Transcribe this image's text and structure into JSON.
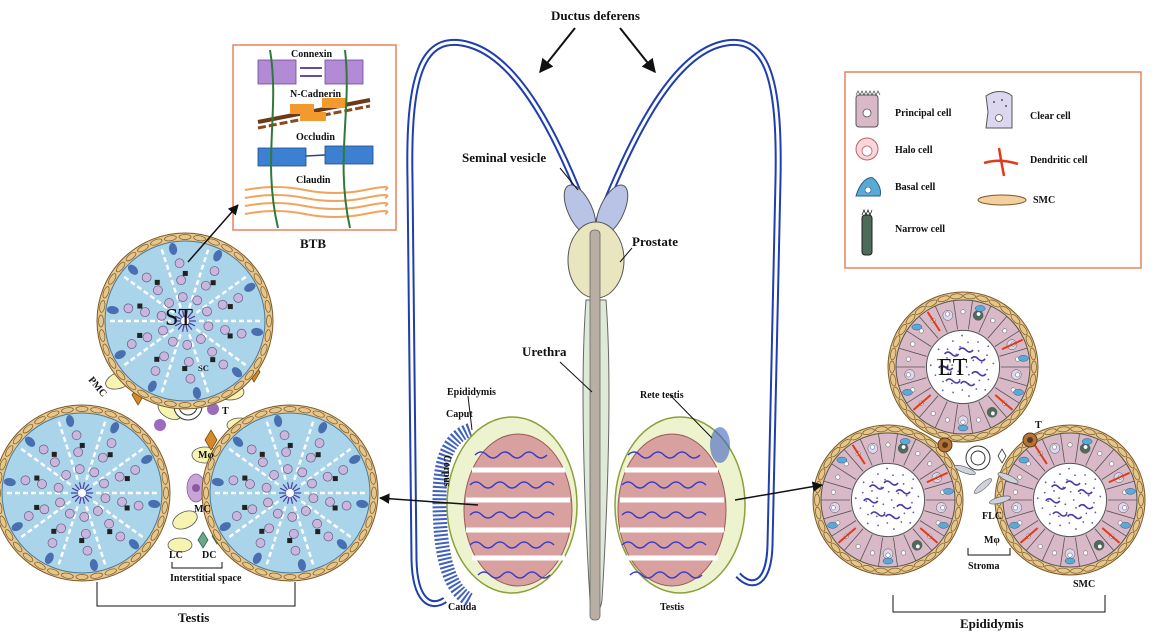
{
  "labels": {
    "ductus": "Ductus deferens",
    "seminal": "Seminal vesicle",
    "prostate": "Prostate",
    "urethra": "Urethra",
    "epididymis_top": "Epididymis",
    "caput": "Caput",
    "corpus": "Corpus",
    "cauda": "Cauda",
    "rete": "Rete testis",
    "testis_center": "Testis",
    "btb": "BTB",
    "st": "ST",
    "pmc": "PMC",
    "sc": "SC",
    "t_left": "T",
    "mphi_left": "Mφ",
    "mc": "MC",
    "lc": "LC",
    "dc": "DC",
    "interstitial": "Interstitial space",
    "testis_left": "Testis",
    "et": "ET",
    "t_right": "T",
    "flc": "FLC",
    "mphi_right": "Mφ",
    "stroma": "Stroma",
    "smc": "SMC",
    "epididymis_bottom": "Epididymis"
  },
  "btb_panel": {
    "connexin": "Connexin",
    "ncadherin": "N-Cadnerin",
    "occludin": "Occludin",
    "claudin": "Claudin"
  },
  "legend": {
    "principal": "Principal cell",
    "halo": "Halo cell",
    "basal": "Basal cell",
    "narrow": "Narrow cell",
    "clear": "Clear cell",
    "dendritic": "Dendritic cell",
    "smc": "SMC"
  },
  "colors": {
    "duct": "#1f3fb0",
    "tubule_blue": "#a9d4ea",
    "capsule": "#e6c68a",
    "testis_pink": "#d9a0a0",
    "prostate": "#e8e5bf",
    "seminal": "#b9c3e6",
    "urethra": "#b8aea4",
    "legend_border": "#e8835a"
  }
}
